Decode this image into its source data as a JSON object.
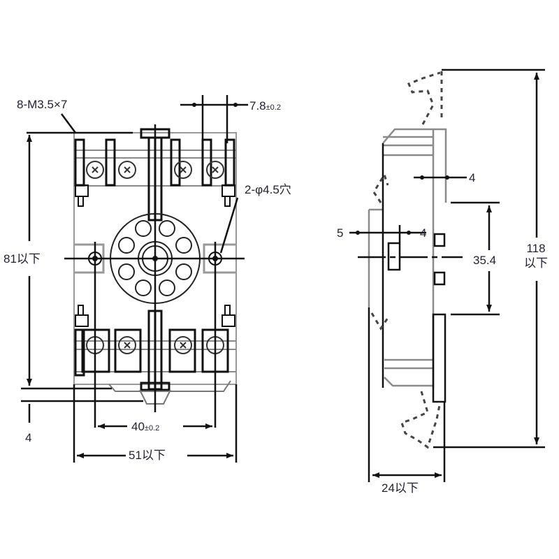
{
  "drawing": {
    "subject": "Relay socket dimensional drawing",
    "views": [
      "front-view",
      "side-view"
    ]
  },
  "labels": {
    "screw_spec": "8-M3.5×7",
    "terminal_pitch_value": "7.8",
    "terminal_pitch_tol": "±0.2",
    "mount_hole": "2-φ4.5穴",
    "height_front": "81以下",
    "bottom_offset": "4",
    "hole_spacing_value": "40",
    "hole_spacing_tol": "±0.2",
    "width_front": "51以下",
    "side_top_offset": "4",
    "side_left_5": "5",
    "side_left_4": "4",
    "rail_span": "35.4",
    "total_height_value": "118",
    "total_height_suffix": "以下",
    "depth_side": "24以下"
  },
  "colors": {
    "line": "#111111",
    "body": "#8a8a8a",
    "hidden": "#555555",
    "text": "#222233"
  }
}
